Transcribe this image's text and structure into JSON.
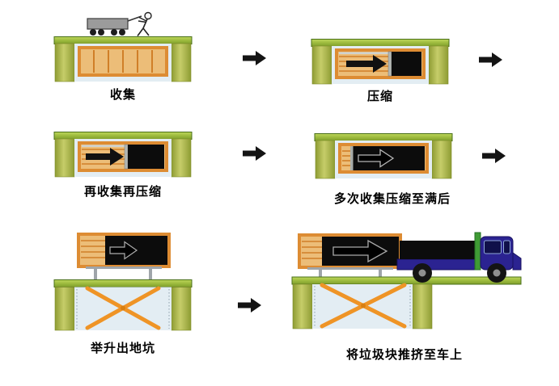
{
  "diagram_type": "process-flow",
  "steps": [
    {
      "label": "收集",
      "icon": "buried-station-empty-icon"
    },
    {
      "label": "压缩",
      "icon": "buried-station-compress-icon"
    },
    {
      "label": "再收集再压缩",
      "icon": "buried-station-compress-more-icon"
    },
    {
      "label": "多次收集压缩至满后",
      "icon": "buried-station-full-icon"
    },
    {
      "label": "举升出地坑",
      "icon": "scissor-lift-raised-icon"
    },
    {
      "label": "将垃圾块推挤至车上",
      "icon": "truck-loading-icon"
    }
  ],
  "colors": {
    "ground_green": "#9dbb3e",
    "ground_edge": "#4a701a",
    "pillar_olive": "#a9b446",
    "pit_blue": "#e3edf3",
    "container_border_orange": "#dd8c33",
    "container_fill_tan": "#ecbd78",
    "waste_black": "#0c0c0c",
    "lift_orange": "#ef9426",
    "truck_blue": "#2b2391",
    "truck_headboard_green": "#3f9b35",
    "flow_arrow_black": "#141414"
  }
}
